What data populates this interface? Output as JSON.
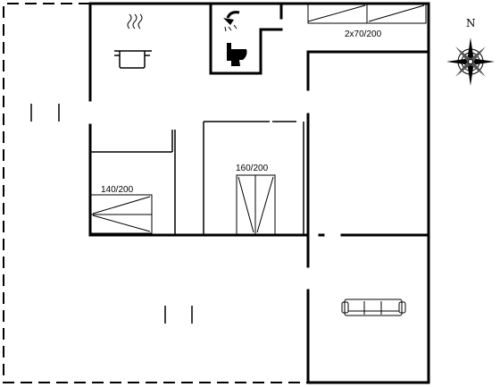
{
  "labels": {
    "bed_top_right": "2x70/200",
    "bed_left": "140/200",
    "bed_middle": "160/200",
    "compass_north": "N"
  },
  "icons": {
    "kitchen": "cooking-pot-icon",
    "shower": "shower-head-icon",
    "toilet": "toilet-icon",
    "sofa": "sofa-icon",
    "compass": "compass-rose-icon"
  }
}
